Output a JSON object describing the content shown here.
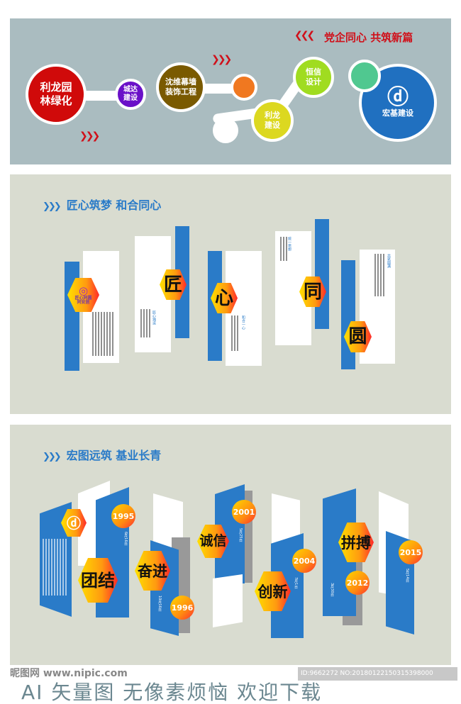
{
  "panel1": {
    "slogan": "党企同心 共筑新篇",
    "bubbles": [
      {
        "text": "利龙园林绿化",
        "color": "#d00a0a"
      },
      {
        "text": "城达建设",
        "color": "#6a10c8"
      },
      {
        "text": "沈维幕墙装饰工程",
        "color": "#7a5a00"
      },
      {
        "text": "",
        "color": "#f07820"
      },
      {
        "text": "恒信设计",
        "color": "#a0dc20"
      },
      {
        "text": "利龙建设",
        "color": "#dcd820"
      },
      {
        "text": "",
        "color": "#50c890"
      },
      {
        "text": "宏基建设",
        "color": "#2070c0"
      }
    ]
  },
  "panel2": {
    "title": "匠心筑梦 和合同心",
    "logo_text": "匠心同圆",
    "logo_sub": "同安居",
    "cards": [
      {
        "char": "",
        "subtitle": ""
      },
      {
        "char": "匠",
        "subtitle": "匠心独运"
      },
      {
        "char": "心",
        "subtitle": "和合一心"
      },
      {
        "char": "同",
        "subtitle": "统一思想"
      },
      {
        "char": "圆",
        "subtitle": "共筑圆满"
      }
    ]
  },
  "panel3": {
    "title": "宏图远筑 基业长青",
    "words": [
      "团结",
      "奋进",
      "诚信",
      "创新",
      "拼搏"
    ],
    "years": [
      {
        "year": "1995",
        "date": "6月16日"
      },
      {
        "year": "1996",
        "date": "10月16日"
      },
      {
        "year": "2001",
        "date": "5月25日"
      },
      {
        "year": "2004",
        "date": "7月1日"
      },
      {
        "year": "2012",
        "date": "3月30日"
      },
      {
        "year": "2015",
        "date": "5月14日"
      }
    ]
  },
  "watermark": {
    "site": "昵图网 www.nipic.com",
    "slogan": "AI 矢量图 无像素烦恼 欢迎下载",
    "id": "ID:9662272 NO:20180122150315398000"
  }
}
